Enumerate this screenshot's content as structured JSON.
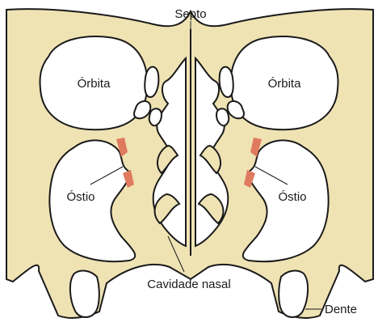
{
  "diagram": {
    "labels": {
      "septum": "Septo",
      "orbit_left": "Órbita",
      "orbit_right": "Órbita",
      "ostium_left": "Óstio",
      "ostium_right": "Óstio",
      "nasal_cavity": "Cavidade nasal",
      "tooth": "Dente"
    },
    "colors": {
      "bone": "#efe3b4",
      "outline": "#1a1a1a",
      "cavity": "#ffffff",
      "ostium": "#e07a5f"
    }
  }
}
